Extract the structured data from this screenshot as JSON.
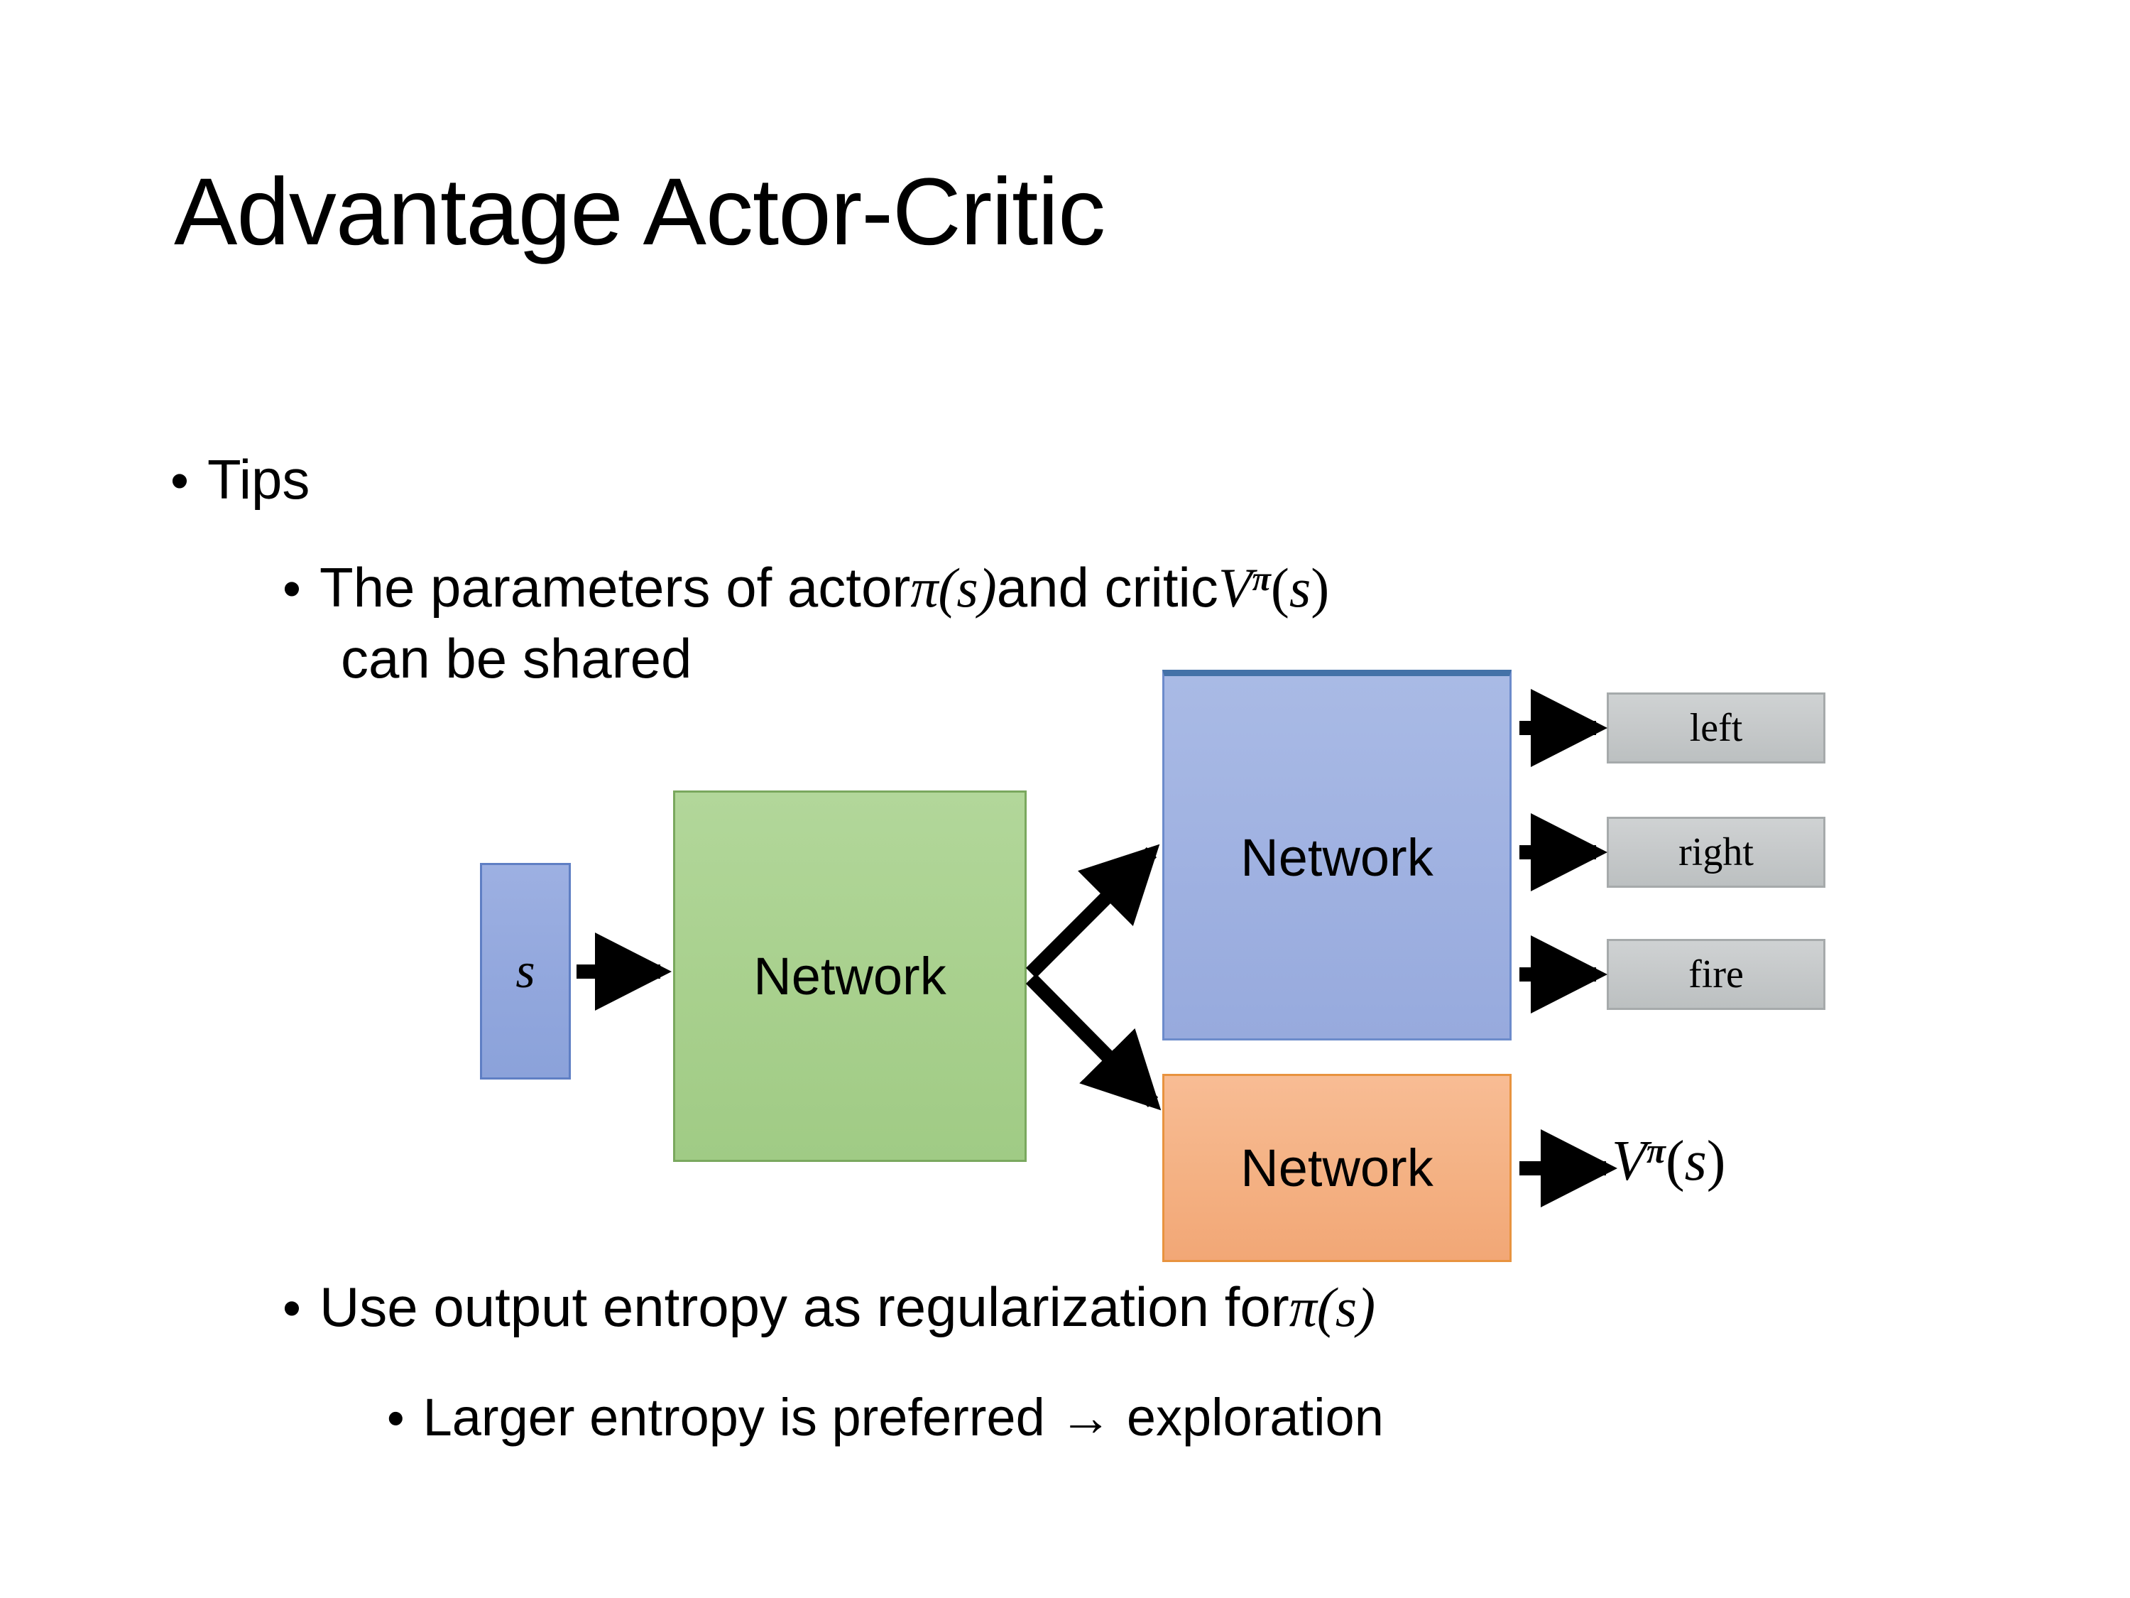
{
  "slide": {
    "title": "Advantage Actor-Critic",
    "background_color": "#ffffff"
  },
  "bullets": {
    "bullet_char": "•",
    "tips": "Tips",
    "params_prefix": "The parameters of actor ",
    "params_middle": "  and critic ",
    "params_line2": "can be shared",
    "entropy_prefix": "Use output entropy as regularization for ",
    "exploration": "Larger entropy is preferred → exploration"
  },
  "math": {
    "pi_open": "π(",
    "s": "s",
    "close": ")",
    "V": "V",
    "pi_sup": "π"
  },
  "diagram": {
    "state_label": "s",
    "shared_network_label": "Network",
    "actor_network_label": "Network",
    "critic_network_label": "Network",
    "outputs": [
      {
        "label": "left"
      },
      {
        "label": "right"
      },
      {
        "label": "fire"
      }
    ],
    "colors": {
      "state_fill": "#92a7dd",
      "state_border": "#5f7fc4",
      "shared_fill": "#a8d08d",
      "shared_border": "#7aa85e",
      "actor_fill": "#9fb1e1",
      "actor_border": "#4472a8",
      "critic_fill": "#f4b183",
      "critic_border": "#e8933f",
      "output_fill": "#c6c9ca",
      "output_border": "#a6aaab",
      "arrow": "#000000"
    }
  }
}
